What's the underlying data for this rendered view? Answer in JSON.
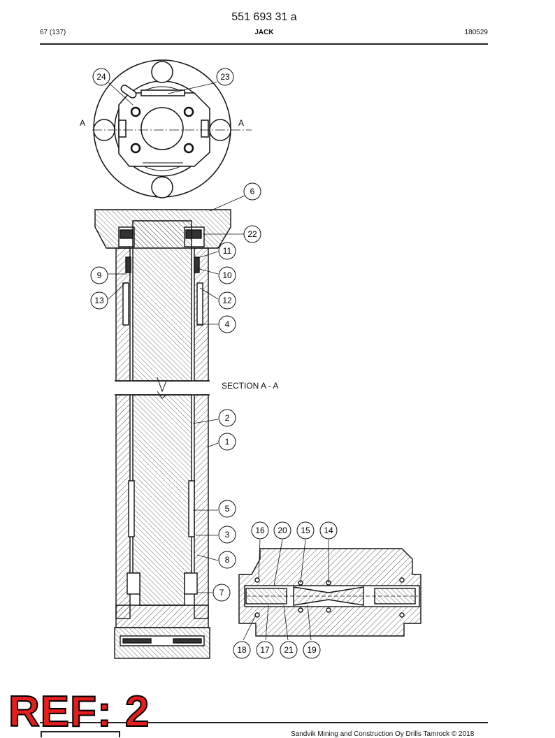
{
  "header": {
    "doc_number": "551 693 31 a",
    "page": "67 (137)",
    "title": "JACK",
    "date_code": "180529"
  },
  "drawing": {
    "section_marker": "A",
    "section_label": "SECTION A - A",
    "callouts": [
      "24",
      "23",
      "6",
      "22",
      "11",
      "9",
      "10",
      "13",
      "12",
      "4",
      "2",
      "1",
      "5",
      "3",
      "8",
      "7",
      "16",
      "20",
      "15",
      "14",
      "18",
      "17",
      "21",
      "19"
    ]
  },
  "stamp": {
    "text": "REF: 2",
    "color": "#e41d1d"
  },
  "footer": {
    "text": "Sandvik Mining and Construction Oy Drills Tamrock © 2018"
  }
}
